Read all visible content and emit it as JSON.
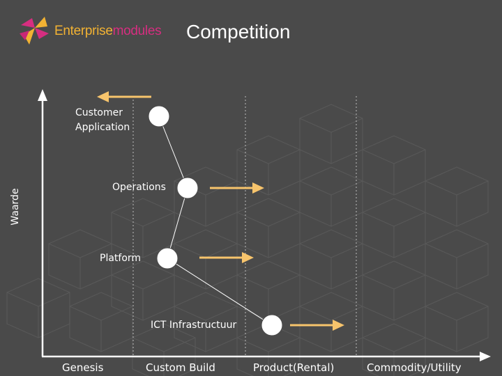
{
  "header": {
    "brand_part1": "Enterprise",
    "brand_part2": "modules",
    "title": "Competition"
  },
  "axes": {
    "y_label": "Waarde",
    "x_categories": [
      "Genesis",
      "Custom Build",
      "Product(Rental)",
      "Commodity/Utility"
    ]
  },
  "nodes": [
    {
      "id": "customer-application",
      "label": "Customer\nApplication",
      "movement": "left"
    },
    {
      "id": "operations",
      "label": "Operations",
      "movement": "right"
    },
    {
      "id": "platform",
      "label": "Platform",
      "movement": "right"
    },
    {
      "id": "ict-infrastructure",
      "label": "ICT Infrastructuur",
      "movement": "right"
    }
  ],
  "colors": {
    "background": "#4a4a4a",
    "arrow": "#f7c46c",
    "axis": "#ffffff",
    "brand_orange": "#f2b233",
    "brand_pink": "#d62e80"
  }
}
